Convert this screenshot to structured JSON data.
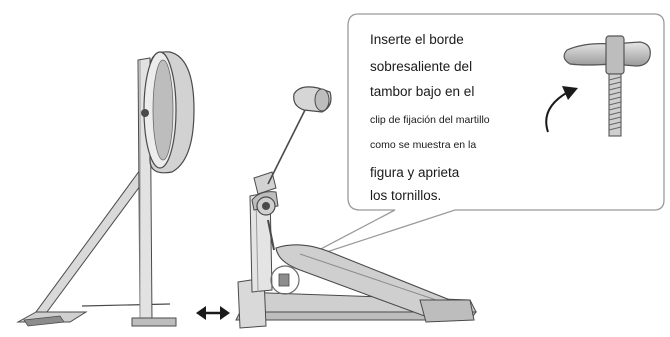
{
  "callout": {
    "lines": [
      "Inserte el borde",
      "sobresaliente del",
      "tambor bajo en el",
      "clip de fijación del martillo",
      "como se muestra en la",
      "figura y aprieta",
      "los tornillos."
    ]
  },
  "icons": {
    "drum": "kick-drum-pad-icon",
    "pedal": "kick-pedal-icon",
    "arrow": "double-arrow-icon",
    "screw": "wing-screw-icon",
    "rotate": "tighten-arrow-icon"
  },
  "colors": {
    "line": "#4a4a4a",
    "fill": "#d9d9d9",
    "fill_dark": "#8c8c8c",
    "callout_border": "#9a9a9a"
  }
}
